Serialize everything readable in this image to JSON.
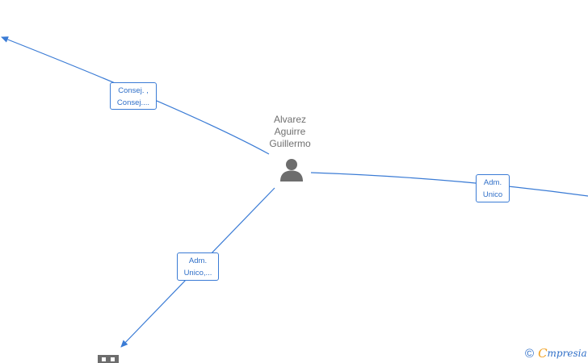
{
  "node": {
    "name_lines": [
      "Alvarez",
      "Aguirre",
      "Guillermo"
    ]
  },
  "edges": [
    {
      "label_lines": [
        "Consej. ,",
        "Consej...."
      ]
    },
    {
      "label_lines": [
        "Adm.",
        "Unico"
      ]
    },
    {
      "label_lines": [
        "Adm.",
        "Unico,..."
      ]
    }
  ],
  "watermark": {
    "symbol": "©",
    "brand_first": "C",
    "brand_rest": "mpresia"
  },
  "colors": {
    "edge": "#3a7bd5",
    "label_text": "#2f6fc8",
    "icon": "#6d6d6d",
    "node_text": "#707070",
    "brand_accent": "#f0a020"
  }
}
